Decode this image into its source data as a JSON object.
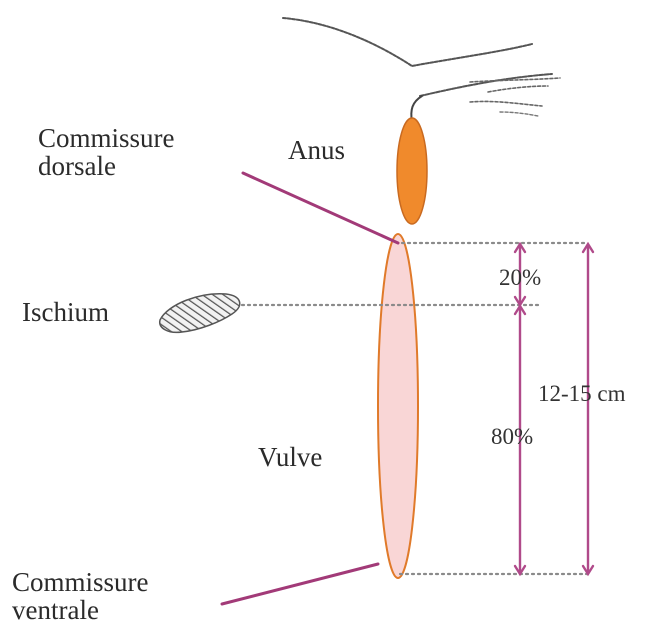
{
  "labels": {
    "anus": "Anus",
    "commissure_dorsale": "Commissure\ndorsale",
    "ischium": "Ischium",
    "vulve": "Vulve",
    "commissure_ventrale": "Commissure\nventrale"
  },
  "measures": {
    "upper_fraction": "20%",
    "lower_fraction": "80%",
    "total_length": "12-15 cm"
  },
  "colors": {
    "anus_fill": "#f08a2c",
    "vulve_fill": "#f9d6d6",
    "vulve_stroke": "#e07a2a",
    "leader_line": "#a23a78",
    "measure_line": "#b04a8a",
    "dotted": "#8a8a8a",
    "tail_hair": "#555555"
  }
}
